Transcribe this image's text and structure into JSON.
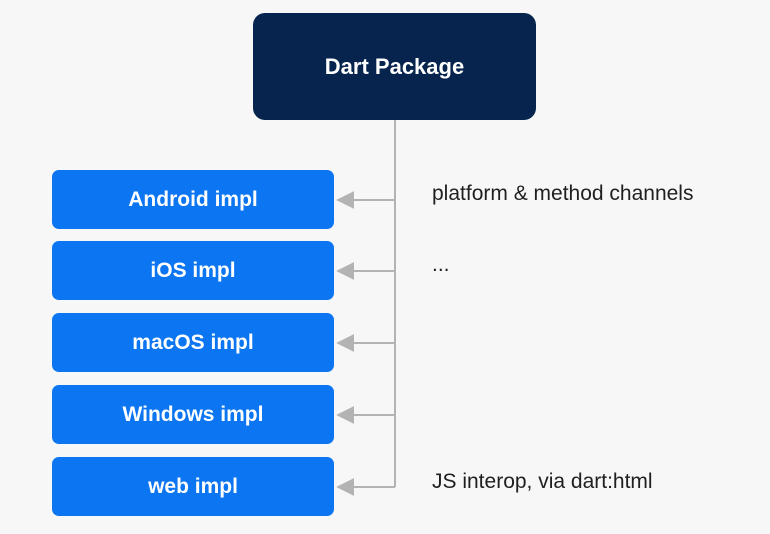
{
  "root": {
    "label": "Dart Package",
    "color": "#06244e"
  },
  "implementations": [
    {
      "label": "Android impl"
    },
    {
      "label": "iOS impl"
    },
    {
      "label": "macOS impl"
    },
    {
      "label": "Windows impl"
    },
    {
      "label": "web impl"
    }
  ],
  "notes": {
    "channels": "platform & method channels",
    "ellipsis": "...",
    "js_interop": "JS interop, via dart:html"
  },
  "colors": {
    "impl": "#0b75f2",
    "connector": "#b3b3b3",
    "text": "#1f1f1f"
  }
}
